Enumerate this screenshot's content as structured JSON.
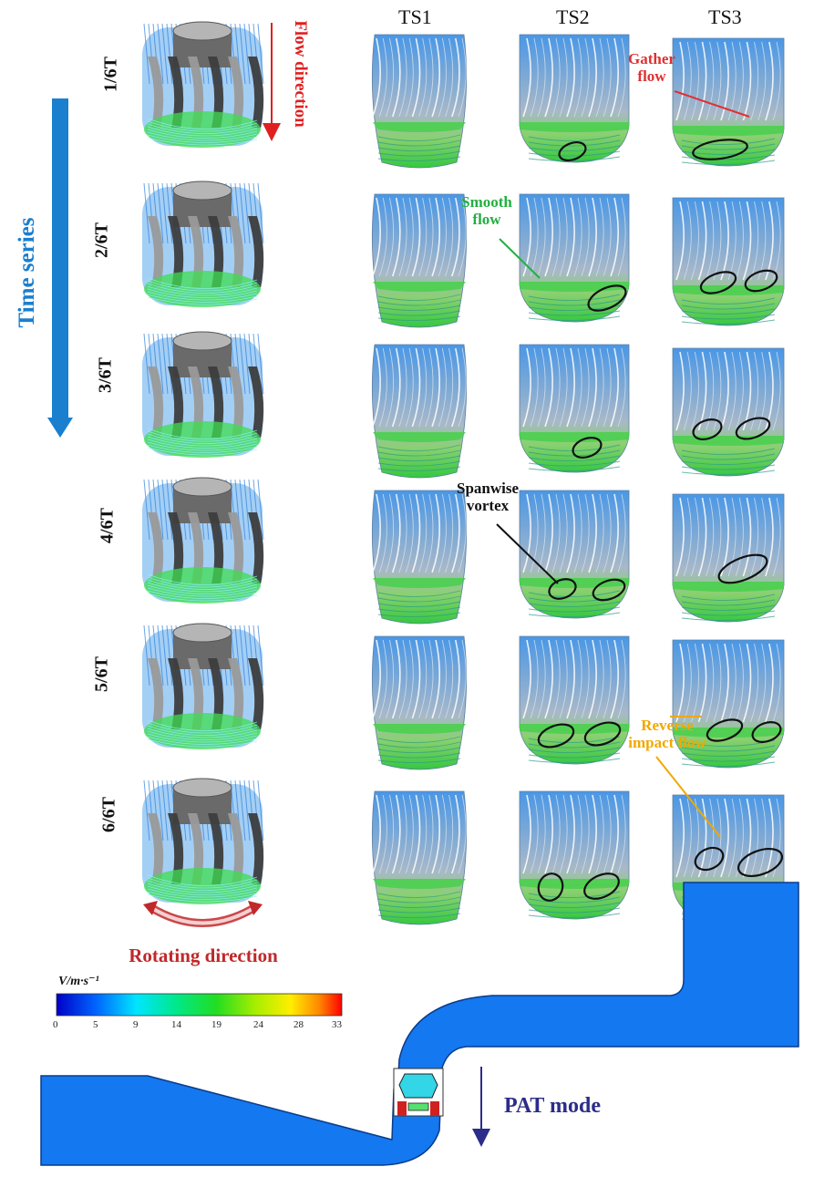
{
  "columns": [
    "TS1",
    "TS2",
    "TS3"
  ],
  "rows": [
    "1/6T",
    "2/6T",
    "3/6T",
    "4/6T",
    "5/6T",
    "6/6T"
  ],
  "labels": {
    "time_series": "Time series",
    "flow_direction": "Flow direction",
    "rotating_direction": "Rotating direction",
    "pat_mode": "PAT mode"
  },
  "annotations": {
    "gather_flow": "Gather\nflow",
    "smooth_flow": "Smooth\nflow",
    "spanwise_vortex": "Spanwise\nvortex",
    "reverse_impact_flow": "Reverse\nimpact flow"
  },
  "colorbar": {
    "title": "V/m·s⁻¹",
    "ticks": [
      "0",
      "5",
      "9",
      "14",
      "19",
      "24",
      "28",
      "33"
    ],
    "gradient": [
      "#0000c8",
      "#0066ff",
      "#00e5ff",
      "#00e88a",
      "#22dd22",
      "#aaee00",
      "#ffee00",
      "#ff8800",
      "#ff0000"
    ]
  },
  "colors": {
    "time_arrow": "#1a7fcf",
    "flow_arrow": "#e02020",
    "gather": "#e03030",
    "smooth": "#22b040",
    "spanwise": "#111111",
    "reverse": "#f0a800",
    "rotating": "#c0282a",
    "pat": "#2c2c8a",
    "pipe": "#1478f0"
  }
}
